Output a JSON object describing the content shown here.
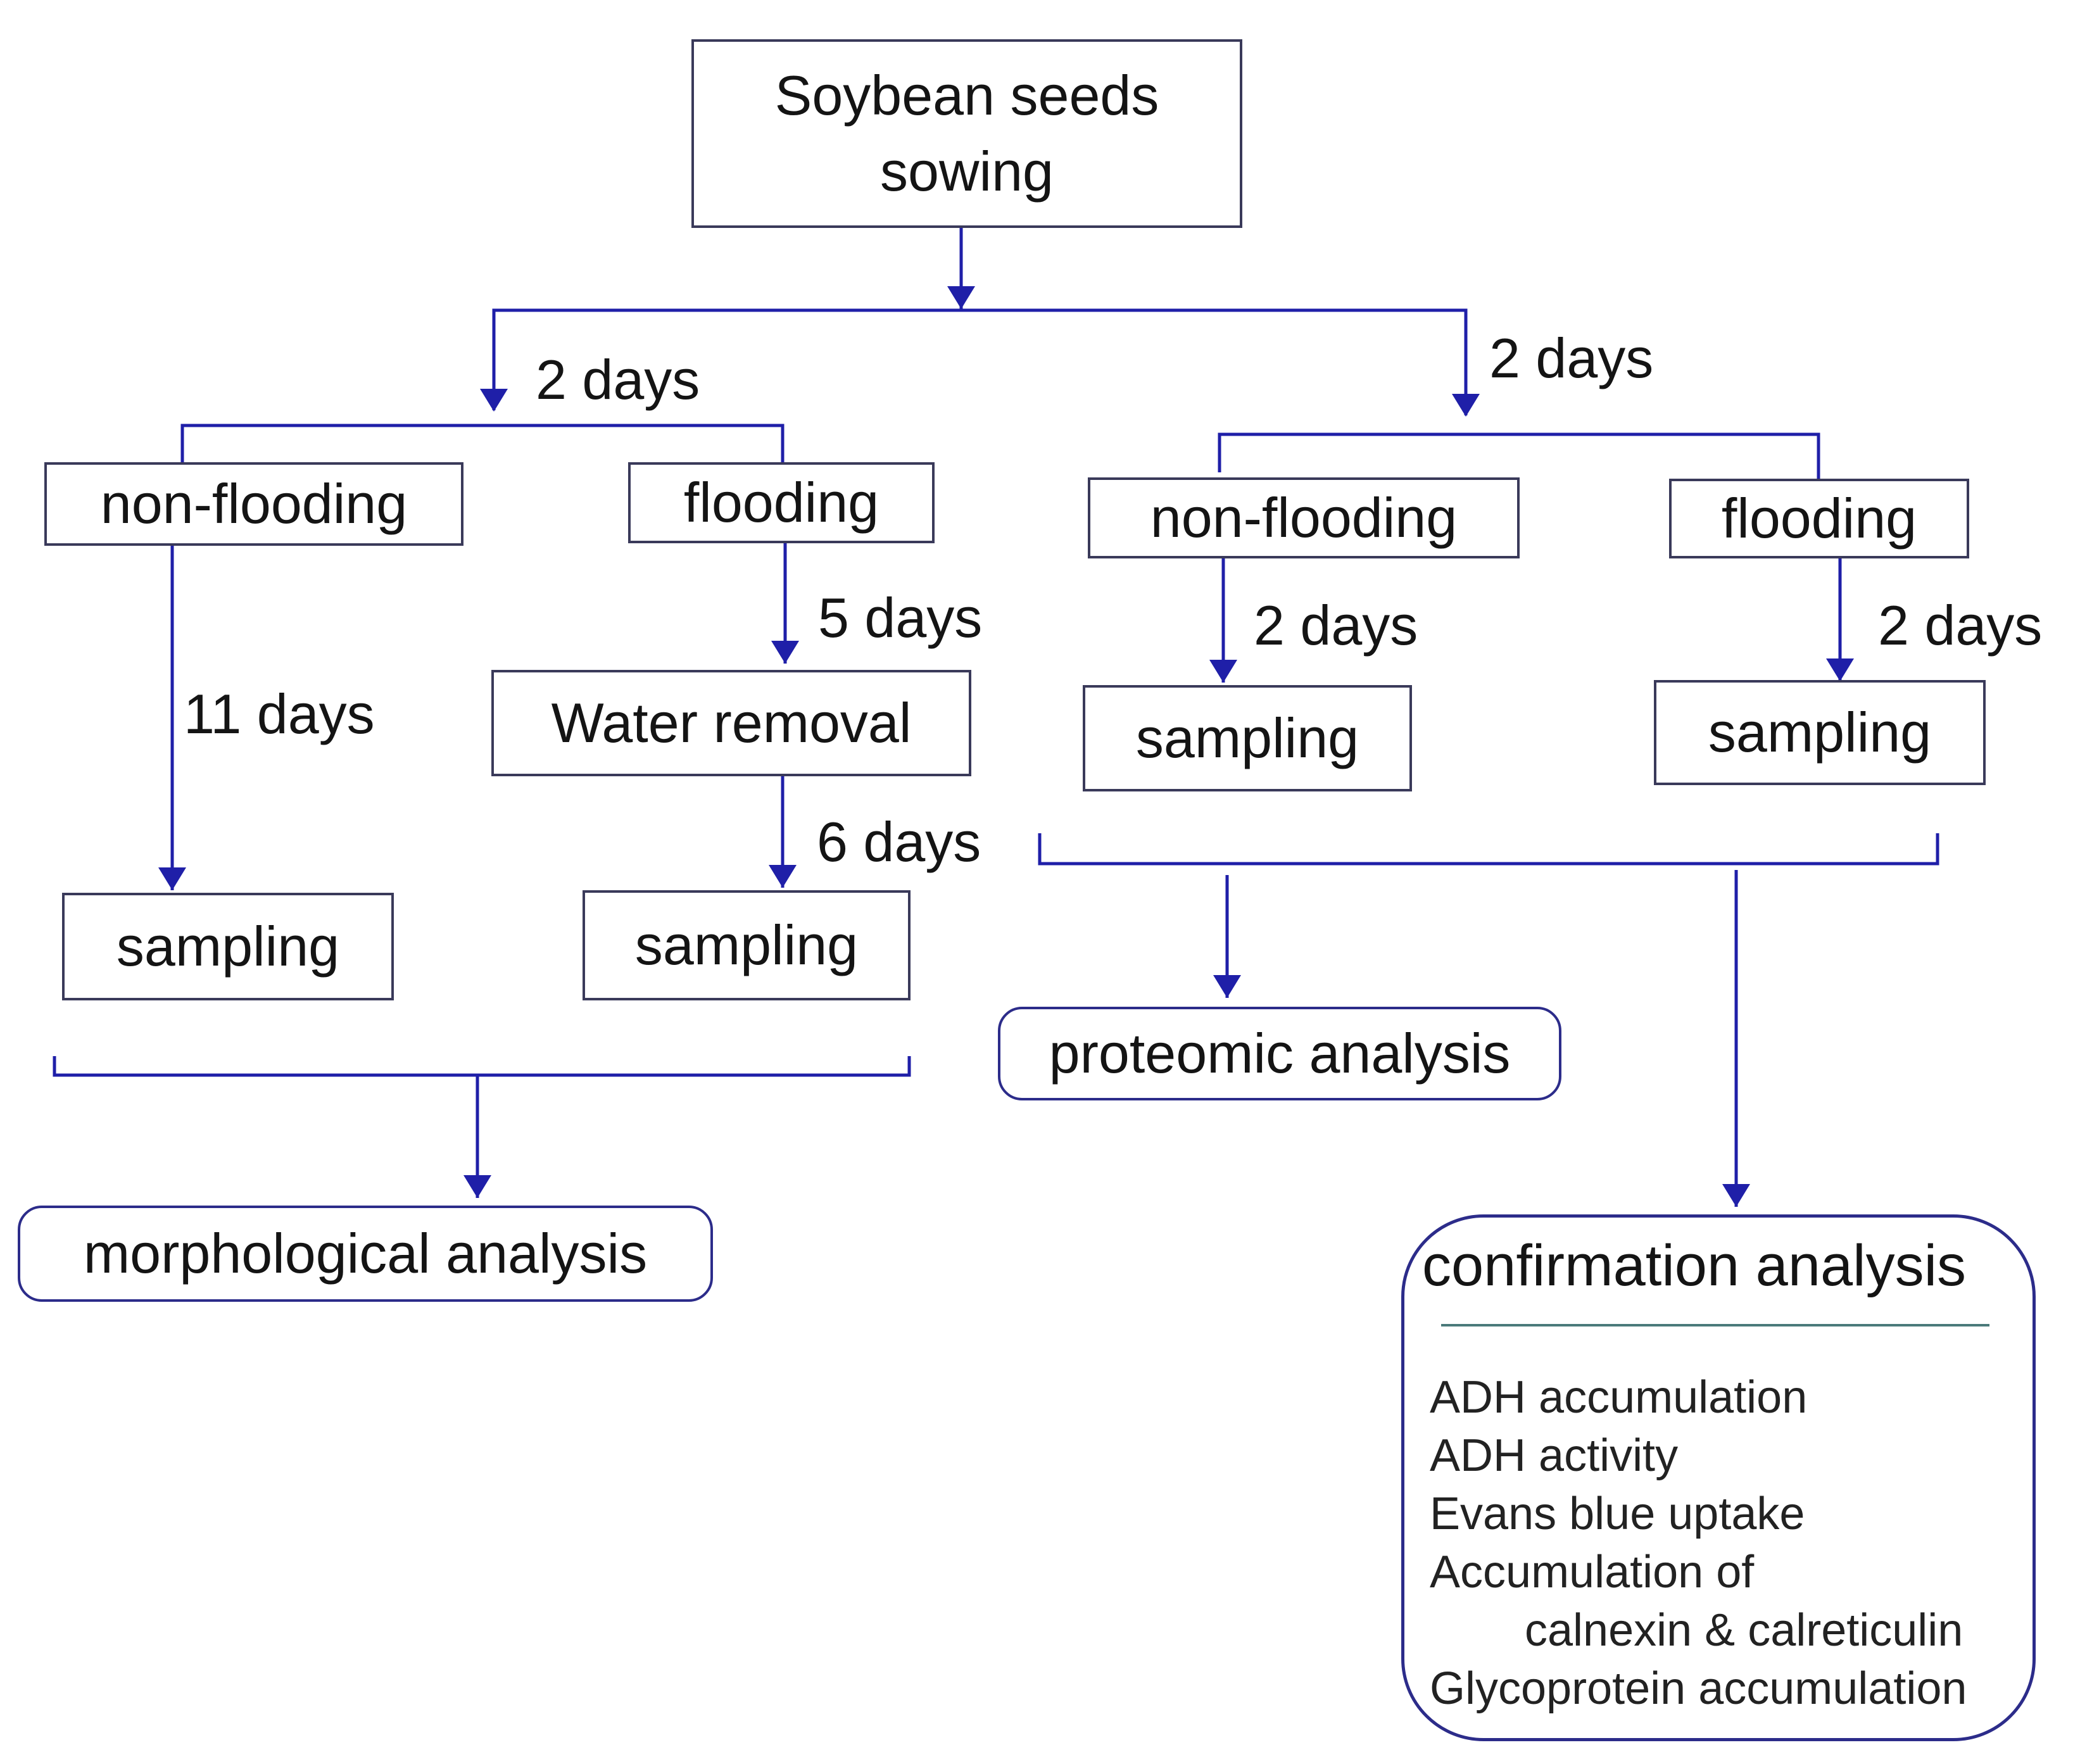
{
  "diagram": {
    "start": [
      "Soybean seeds",
      "sowing"
    ],
    "branch_left_label": "2 days",
    "branch_right_label": "2 days",
    "left_nonflooding": "non-flooding",
    "left_flooding": "flooding",
    "left_nonflooding_to_sampling": "11 days",
    "left_flooding_to_removal": "5 days",
    "water_removal": "Water removal",
    "removal_to_sampling": "6 days",
    "left_sampling_a": "sampling",
    "left_sampling_b": "sampling",
    "right_nonflooding": "non-flooding",
    "right_flooding": "flooding",
    "right_nonflooding_to_sampling": "2 days",
    "right_flooding_to_sampling": "2 days",
    "right_sampling_a": "sampling",
    "right_sampling_b": "sampling",
    "morphological": "morphological  analysis",
    "proteomic": "proteomic  analysis",
    "confirmation": {
      "title": "confirmation  analysis",
      "items": [
        "ADH accumulation",
        "ADH activity",
        "Evans  blue  uptake",
        "Accumulation  of",
        "calnexin  & calreticulin",
        "Glycoprotein  accumulation"
      ]
    }
  },
  "colors": {
    "arrow": "#1f1fa8",
    "box_border": "#3a3a5a",
    "rounded_border": "#2c2c8a"
  }
}
